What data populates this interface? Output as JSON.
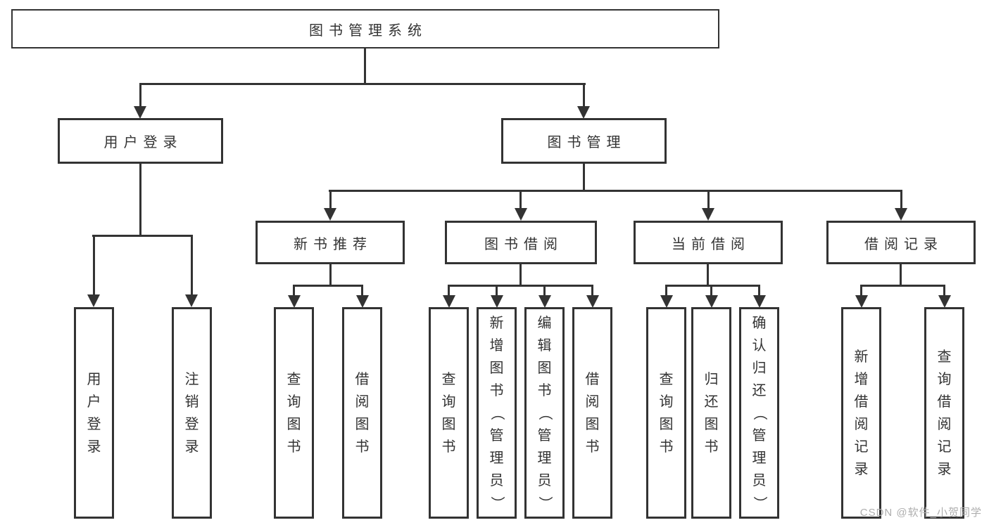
{
  "colors": {
    "line": "#333333",
    "box_border": "#333333",
    "text": "#333333",
    "background": "#ffffff",
    "watermark": "#aeaeae"
  },
  "watermark": "CSDN @软件_小贺同学",
  "diagram": {
    "type": "hierarchy-tree",
    "tree": {
      "label": "图书管理系统",
      "children": [
        {
          "label": "用户登录",
          "children": [
            {
              "label": "用户登录"
            },
            {
              "label": "注销登录"
            }
          ]
        },
        {
          "label": "图书管理",
          "children": [
            {
              "label": "新书推荐",
              "children": [
                {
                  "label": "查询图书"
                },
                {
                  "label": "借阅图书"
                }
              ]
            },
            {
              "label": "图书借阅",
              "children": [
                {
                  "label": "查询图书"
                },
                {
                  "label": "新增图书（管理员）"
                },
                {
                  "label": "编辑图书（管理员）"
                },
                {
                  "label": "借阅图书"
                }
              ]
            },
            {
              "label": "当前借阅",
              "children": [
                {
                  "label": "查询图书"
                },
                {
                  "label": "归还图书"
                },
                {
                  "label": "确认归还（管理员）"
                }
              ]
            },
            {
              "label": "借阅记录",
              "children": [
                {
                  "label": "新增借阅记录"
                },
                {
                  "label": "查询借阅记录"
                }
              ]
            }
          ]
        }
      ]
    }
  }
}
